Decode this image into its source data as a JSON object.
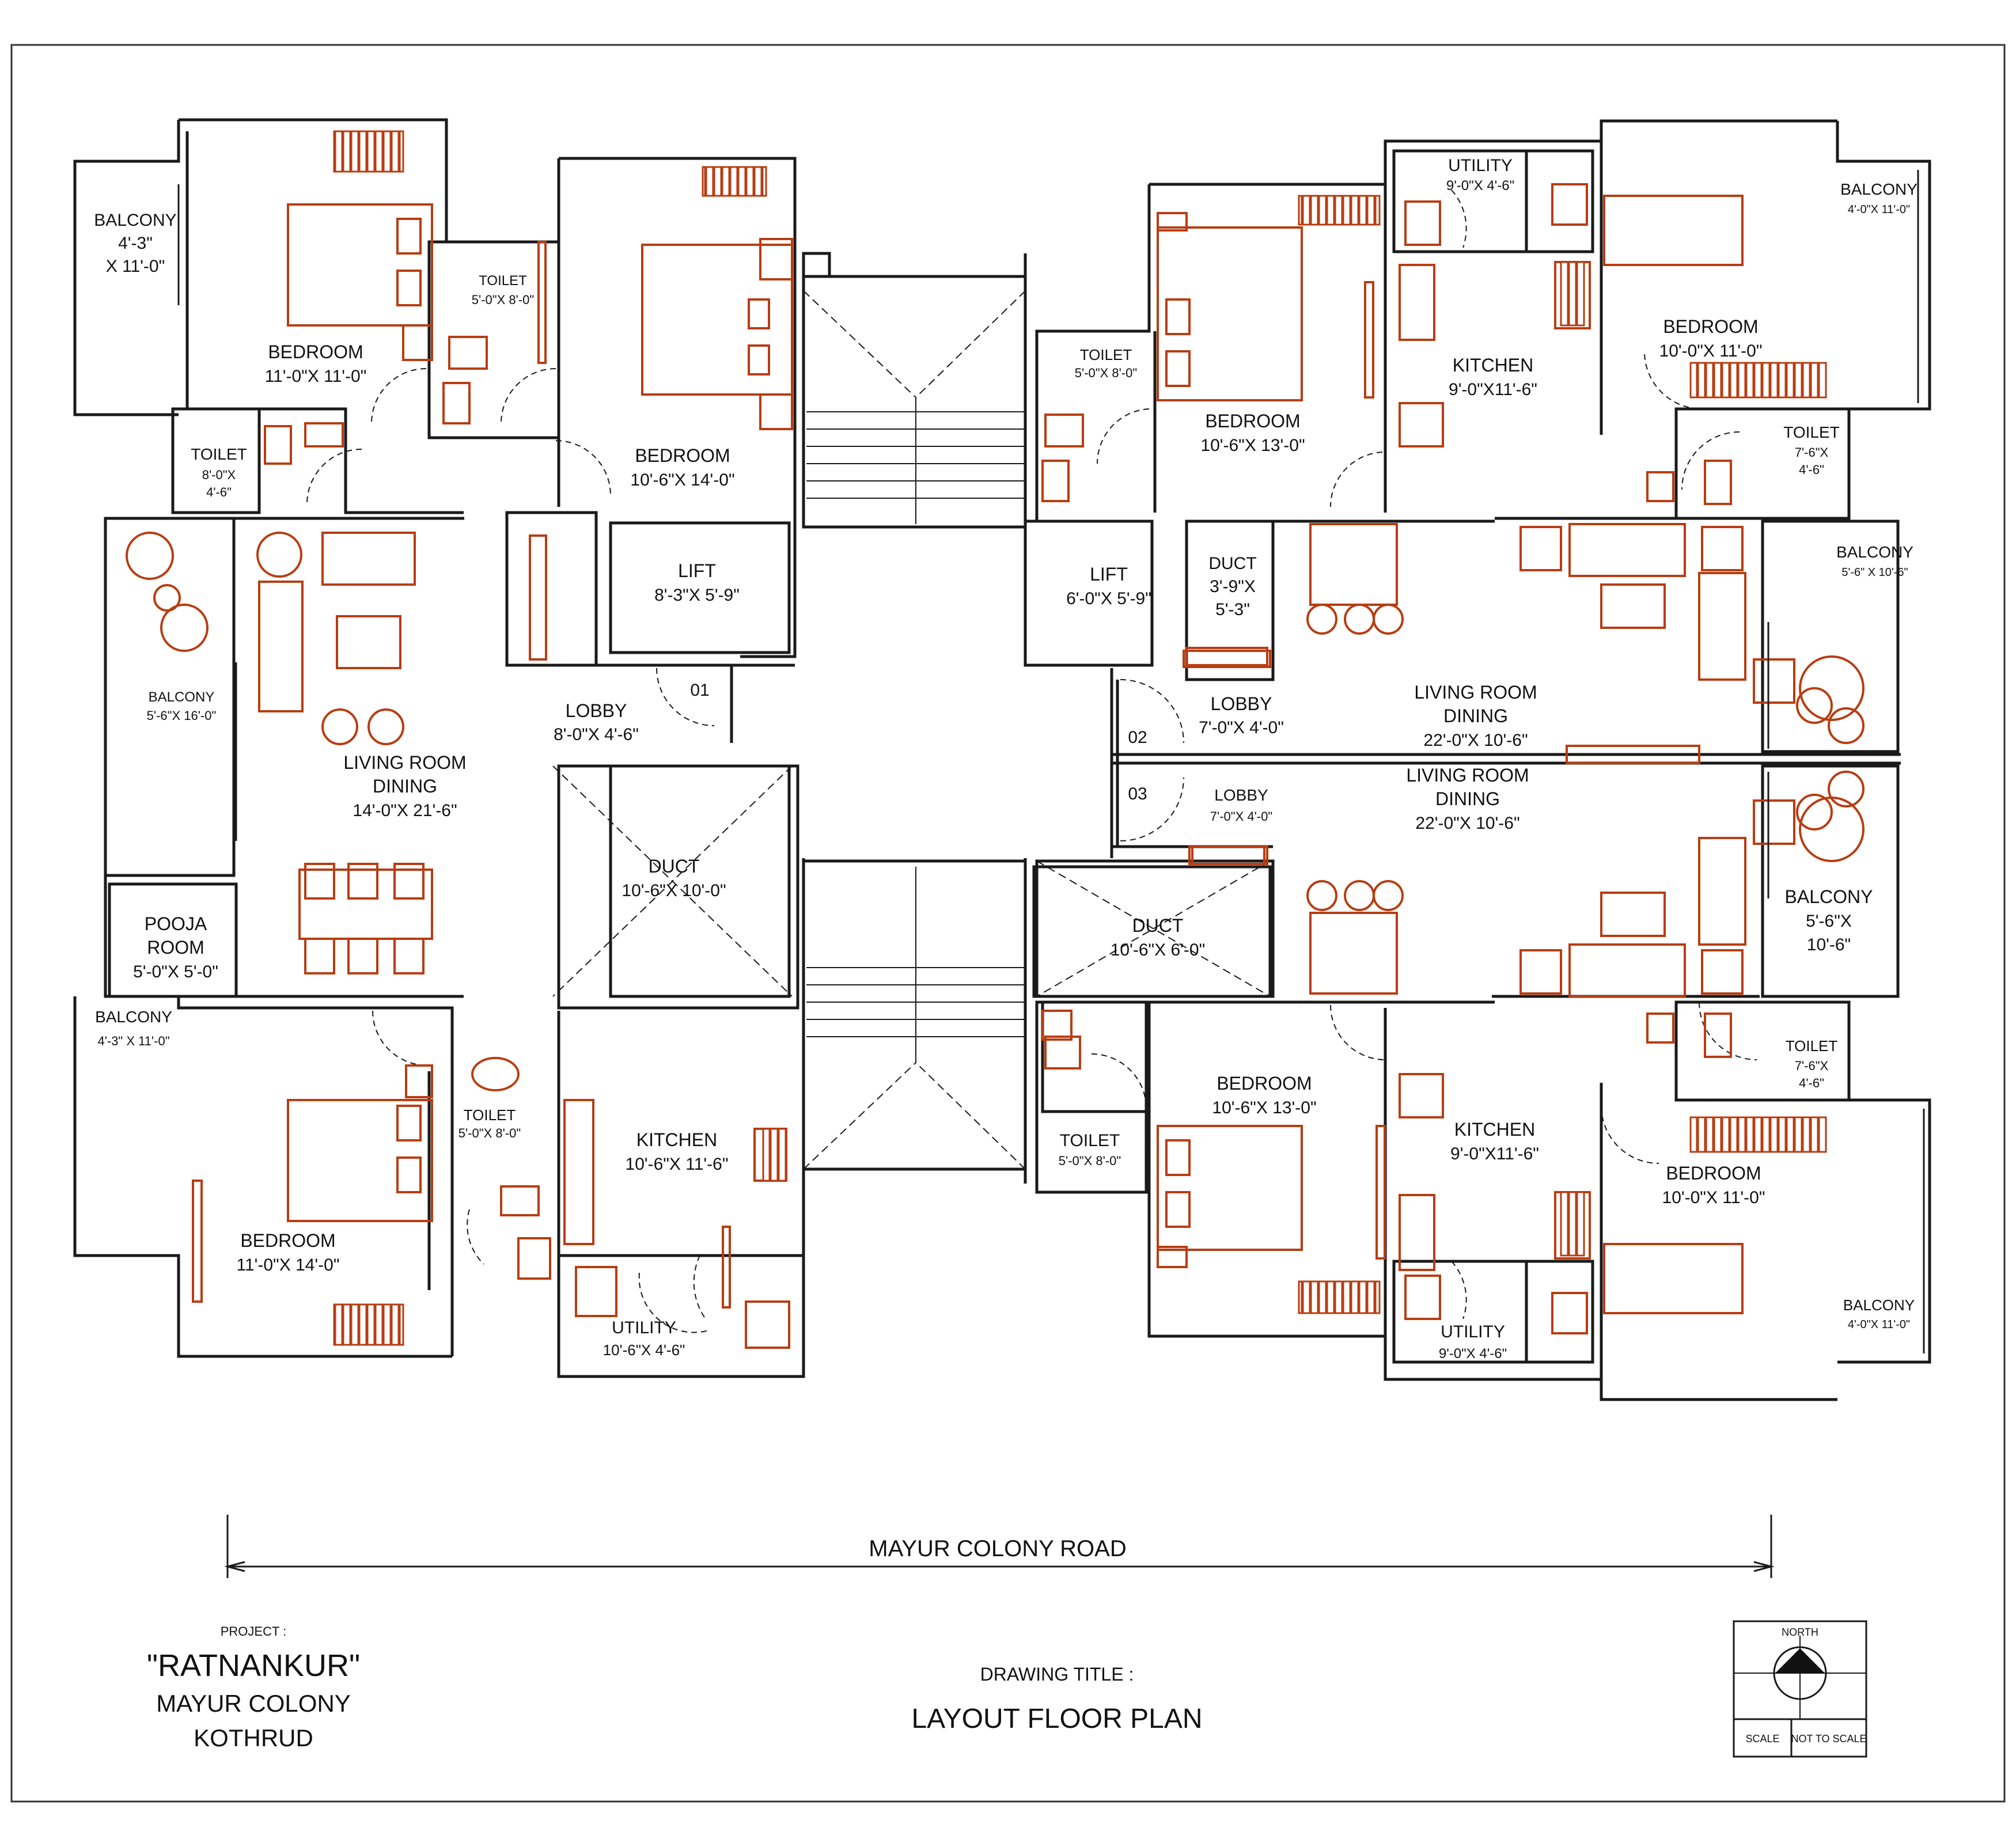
{
  "rooms": [
    {
      "name": "BALCONY",
      "dims_lines": [
        "4'-3\"",
        "X 11'-0\""
      ]
    },
    {
      "name": "BEDROOM",
      "dims": "11'-0\"X 11'-0\""
    },
    {
      "name": "TOILET",
      "dims": "5'-0\"X 8'-0\""
    },
    {
      "name": "BEDROOM",
      "dims": "10'-6\"X 14'-0\""
    },
    {
      "name": "TOILET",
      "dims_lines": [
        "8'-0\"X",
        "4'-6\""
      ]
    },
    {
      "name": "BALCONY",
      "dims": "5'-6\"X 16'-0\""
    },
    {
      "name": "LIVING ROOM",
      "name2": "DINING",
      "dims": "14'-0\"X 21'-6\""
    },
    {
      "name": "POOJA",
      "name2": "ROOM",
      "dims": "5'-0\"X 5'-0\""
    },
    {
      "name": "LIFT",
      "dims": "8'-3\"X 5'-9\""
    },
    {
      "name": "LOBBY",
      "dims": "8'-0\"X 4'-6\""
    },
    {
      "name": "DUCT",
      "dims": "10'-6\"X 10'-0\""
    },
    {
      "name": "BALCONY",
      "dims": "4'-3\" X 11'-0\""
    },
    {
      "name": "BEDROOM",
      "dims": "11'-0\"X 14'-0\""
    },
    {
      "name": "TOILET",
      "dims": "5'-0\"X 8'-0\""
    },
    {
      "name": "KITCHEN",
      "dims": "10'-6\"X 11'-6\""
    },
    {
      "name": "UTILITY",
      "dims": "10'-6\"X 4'-6\""
    },
    {
      "name": "TOILET",
      "dims": "5'-0\"X 8'-0\""
    },
    {
      "name": "BEDROOM",
      "dims": "10'-6\"X 13'-0\""
    },
    {
      "name": "LIFT",
      "dims": "6'-0\"X 5'-9\""
    },
    {
      "name": "DUCT",
      "dims_lines": [
        "3'-9\"X",
        "5'-3\""
      ]
    },
    {
      "name": "LOBBY",
      "dims": "7'-0\"X 4'-0\""
    },
    {
      "name": "UTILITY",
      "dims": "9'-0\"X 4'-6\""
    },
    {
      "name": "KITCHEN",
      "dims": "9'-0\"X11'-6\""
    },
    {
      "name": "BALCONY",
      "dims": "4'-0\"X 11'-0\""
    },
    {
      "name": "BEDROOM",
      "dims": "10'-0\"X 11'-0\""
    },
    {
      "name": "TOILET",
      "dims_lines": [
        "7'-6\"X",
        "4'-6\""
      ]
    },
    {
      "name": "BALCONY",
      "dims": "5'-6\" X 10'-6\""
    },
    {
      "name": "LIVING ROOM",
      "name2": "DINING",
      "dims": "22'-0\"X 10'-6\""
    },
    {
      "name": "LIVING ROOM",
      "name2": "DINING",
      "dims": "22'-0\"X 10'-6\""
    },
    {
      "name": "LOBBY",
      "dims": "7'-0\"X 4'-0\""
    },
    {
      "name": "DUCT",
      "dims": "10'-6\"X 6'-0\""
    },
    {
      "name": "BALCONY",
      "dims_lines": [
        "5'-6\"X",
        "10'-6\""
      ]
    },
    {
      "name": "TOILET",
      "dims_lines": [
        "7'-6\"X",
        "4'-6\""
      ]
    },
    {
      "name": "BEDROOM",
      "dims": "10'-6\"X 13'-0\""
    },
    {
      "name": "TOILET",
      "dims": "5'-0\"X 8'-0\""
    },
    {
      "name": "KITCHEN",
      "dims": "9'-0\"X11'-6\""
    },
    {
      "name": "BEDROOM",
      "dims": "10'-0\"X 11'-0\""
    },
    {
      "name": "UTILITY",
      "dims": "9'-0\"X 4'-6\""
    },
    {
      "name": "BALCONY",
      "dims": "4'-0\"X 11'-0\""
    }
  ],
  "flats": [
    "01",
    "02",
    "03"
  ],
  "road": "MAYUR COLONY ROAD",
  "title_block": {
    "project_label": "PROJECT :",
    "project_name": "\"RATNANKUR\"",
    "location_1": "MAYUR COLONY",
    "location_2": "KOTHRUD",
    "drawing_title_label": "DRAWING TITLE :",
    "drawing_title": "LAYOUT FLOOR PLAN",
    "north": "NORTH",
    "scale_label": "SCALE",
    "scale_value": "NOT TO SCALE"
  },
  "colors": {
    "walls": "#1a1a1a",
    "fixtures": "#b83d12",
    "border": "#333333"
  }
}
